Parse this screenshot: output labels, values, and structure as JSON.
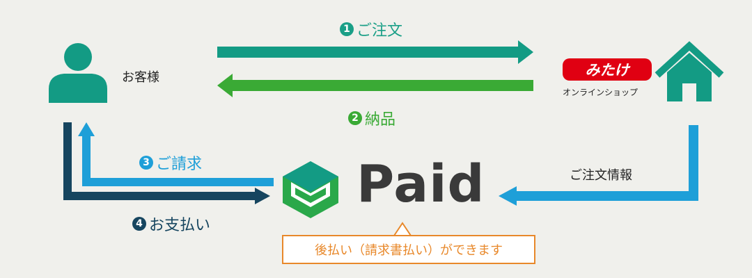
{
  "customer": {
    "label": "お客様",
    "icon": "person-icon"
  },
  "shop": {
    "logo_text": "みたけ",
    "subtitle": "オンラインショップ",
    "icon": "house-icon"
  },
  "steps": [
    {
      "num": "1",
      "label": "ご注文",
      "color": "#1a9f87"
    },
    {
      "num": "2",
      "label": "納品",
      "color": "#3aaa35"
    },
    {
      "num": "3",
      "label": "ご請求",
      "color": "#1e9fd8"
    },
    {
      "num": "4",
      "label": "お支払い",
      "color": "#16455f"
    }
  ],
  "order_info_label": "ご注文情報",
  "paid": {
    "wordmark": "Paid",
    "icon": "paid-logo-icon"
  },
  "callout": "後払い（請求書払い）ができます",
  "colors": {
    "background": "#f0f0ec",
    "icon": "#139b84",
    "order_arrow": "#139b84",
    "delivery_arrow": "#3aaa35",
    "invoice_arrow": "#1e9fd8",
    "payment_arrow": "#16455f",
    "info_arrow": "#1e9fd8",
    "callout": "#e8882a",
    "logo": "#e00012"
  }
}
